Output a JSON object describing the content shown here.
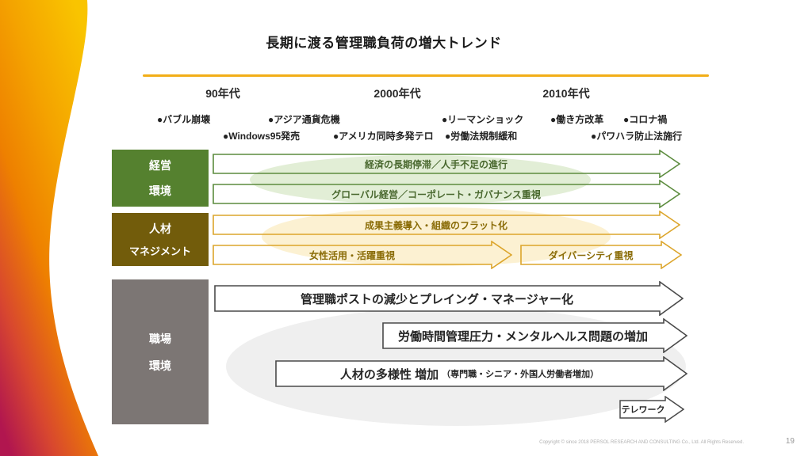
{
  "slide": {
    "title": "長期に渡る管理職負荷の増大トレンド",
    "page_number": "19",
    "copyright": "Copyright © since 2018 PERSOL RESEARCH AND CONSULTING Co., Ltd. All Rights Reserved."
  },
  "timeline": {
    "decades": [
      {
        "label": "90年代"
      },
      {
        "label": "2000年代"
      },
      {
        "label": "2010年代"
      }
    ],
    "events_top": [
      {
        "label": "●バブル崩壊"
      },
      {
        "label": "●アジア通貨危機"
      },
      {
        "label": "●リーマンショック"
      },
      {
        "label": "●働き方改革"
      },
      {
        "label": "●コロナ禍"
      }
    ],
    "events_bottom": [
      {
        "label": "●Windows95発売"
      },
      {
        "label": "●アメリカ同時多発テロ"
      },
      {
        "label": "●労働法規制緩和"
      },
      {
        "label": "●パワハラ防止法施行"
      }
    ]
  },
  "categories": {
    "management_env": {
      "line1": "経営",
      "line2": "環境"
    },
    "hr_management": {
      "line1": "人材",
      "line2": "マネジメント"
    },
    "workplace_env": {
      "line1": "職場",
      "line2": "環境"
    }
  },
  "arrows": {
    "economy": "経済の長期停滞／人手不足の進行",
    "global": "グローバル経営／コーポレート・ガバナンス重視",
    "merit": "成果主義導入・組織のフラット化",
    "women": "女性活用・活躍重視",
    "diversity": "ダイバーシティ重視",
    "posts": "管理職ポストの減少とプレイング・マネージャー化",
    "worktime": "労働時間管理圧力・メンタルヘルス問題の増加",
    "talent_main": "人材の多様性 増加",
    "talent_sub": "（専門職・シニア・外国人労働者増加）",
    "telework": "テレワーク"
  },
  "colors": {
    "category_green": "#55812f",
    "category_olive": "#725c0b",
    "category_gray": "#7c7674",
    "divider_yellow": "#f2ae17",
    "arrow_green": "#5c8c3e",
    "arrow_gold": "#dca52b",
    "arrow_gray": "#4a4a4a",
    "accent_gradient_top": "#f9c400",
    "accent_gradient_bottom": "#b1164f"
  }
}
